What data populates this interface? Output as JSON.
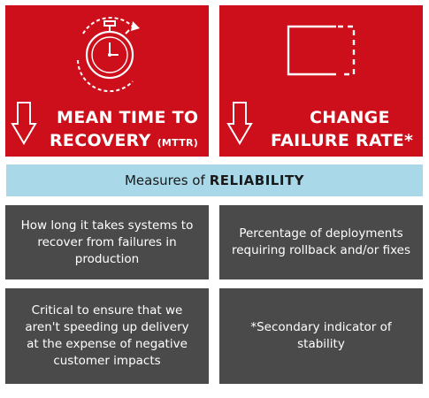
{
  "cards": [
    {
      "title_main": "MEAN TIME TO",
      "title_line2": "RECOVERY",
      "title_abbr": "(MTTR)",
      "icon": "stopwatch-icon"
    },
    {
      "title_line1": "CHANGE",
      "title_line2": "FAILURE RATE*",
      "icon": "dashed-square-icon"
    }
  ],
  "down_arrow_icon": "down-arrow-icon",
  "banner": {
    "prefix": "Measures of",
    "emphasis": "RELIABILITY"
  },
  "descriptions": [
    "How long it takes systems to recover from failures in production",
    "Percentage of deployments requiring rollback and/or fixes",
    "Critical to ensure that we aren't speeding up delivery at the expense of negative customer impacts",
    "*Secondary indicator of stability"
  ],
  "colors": {
    "red": "#cc0f1a",
    "banner": "#a9d9e8",
    "dark": "#4a4a4a"
  }
}
